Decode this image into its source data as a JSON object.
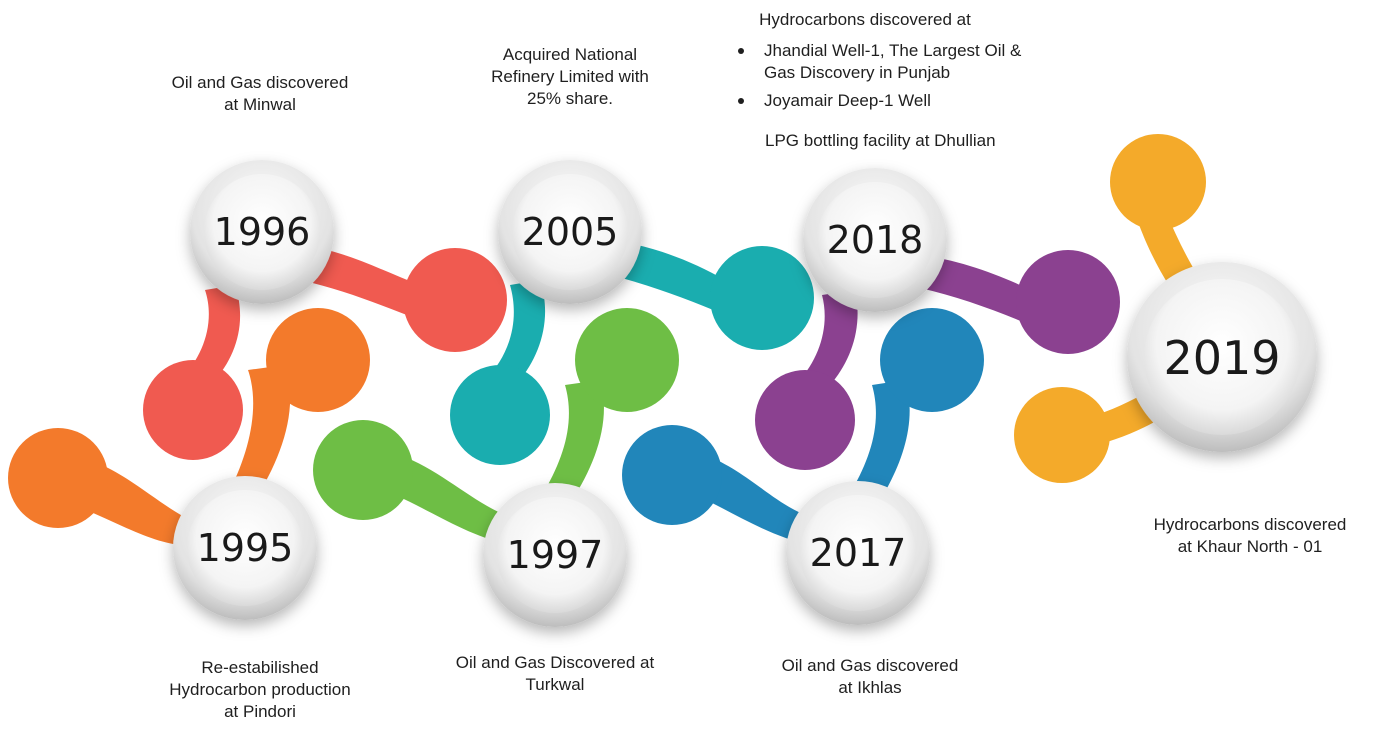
{
  "colors": {
    "y1995": "#F37A2B",
    "y1996": "#F05A50",
    "y1997": "#6EBE45",
    "y2005": "#1AADAF",
    "y2017": "#2186BA",
    "y2018": "#8B4190",
    "y2019": "#F4AA2A"
  },
  "milestones": [
    {
      "id": "1995",
      "year": "1995",
      "caption": "Re-estabilished\nHydrocarbon production\nat Pindori"
    },
    {
      "id": "1996",
      "year": "1996",
      "caption": "Oil and Gas discovered\nat Minwal"
    },
    {
      "id": "1997",
      "year": "1997",
      "caption": "Oil and Gas Discovered at\nTurkwal"
    },
    {
      "id": "2005",
      "year": "2005",
      "caption": "Acquired National\nRefinery Limited with\n25% share."
    },
    {
      "id": "2017",
      "year": "2017",
      "caption": "Oil and Gas discovered\nat Ikhlas"
    },
    {
      "id": "2018",
      "year": "2018",
      "caption_heading": "Hydrocarbons discovered at",
      "bullets": [
        "Jhandial Well-1, The Largest Oil &\nGas Discovery in Punjab",
        "Joyamair Deep-1 Well"
      ],
      "caption_extra": "LPG bottling facility at Dhullian"
    },
    {
      "id": "2019",
      "year": "2019",
      "caption": "Hydrocarbons discovered\nat  Khaur North - 01"
    }
  ]
}
